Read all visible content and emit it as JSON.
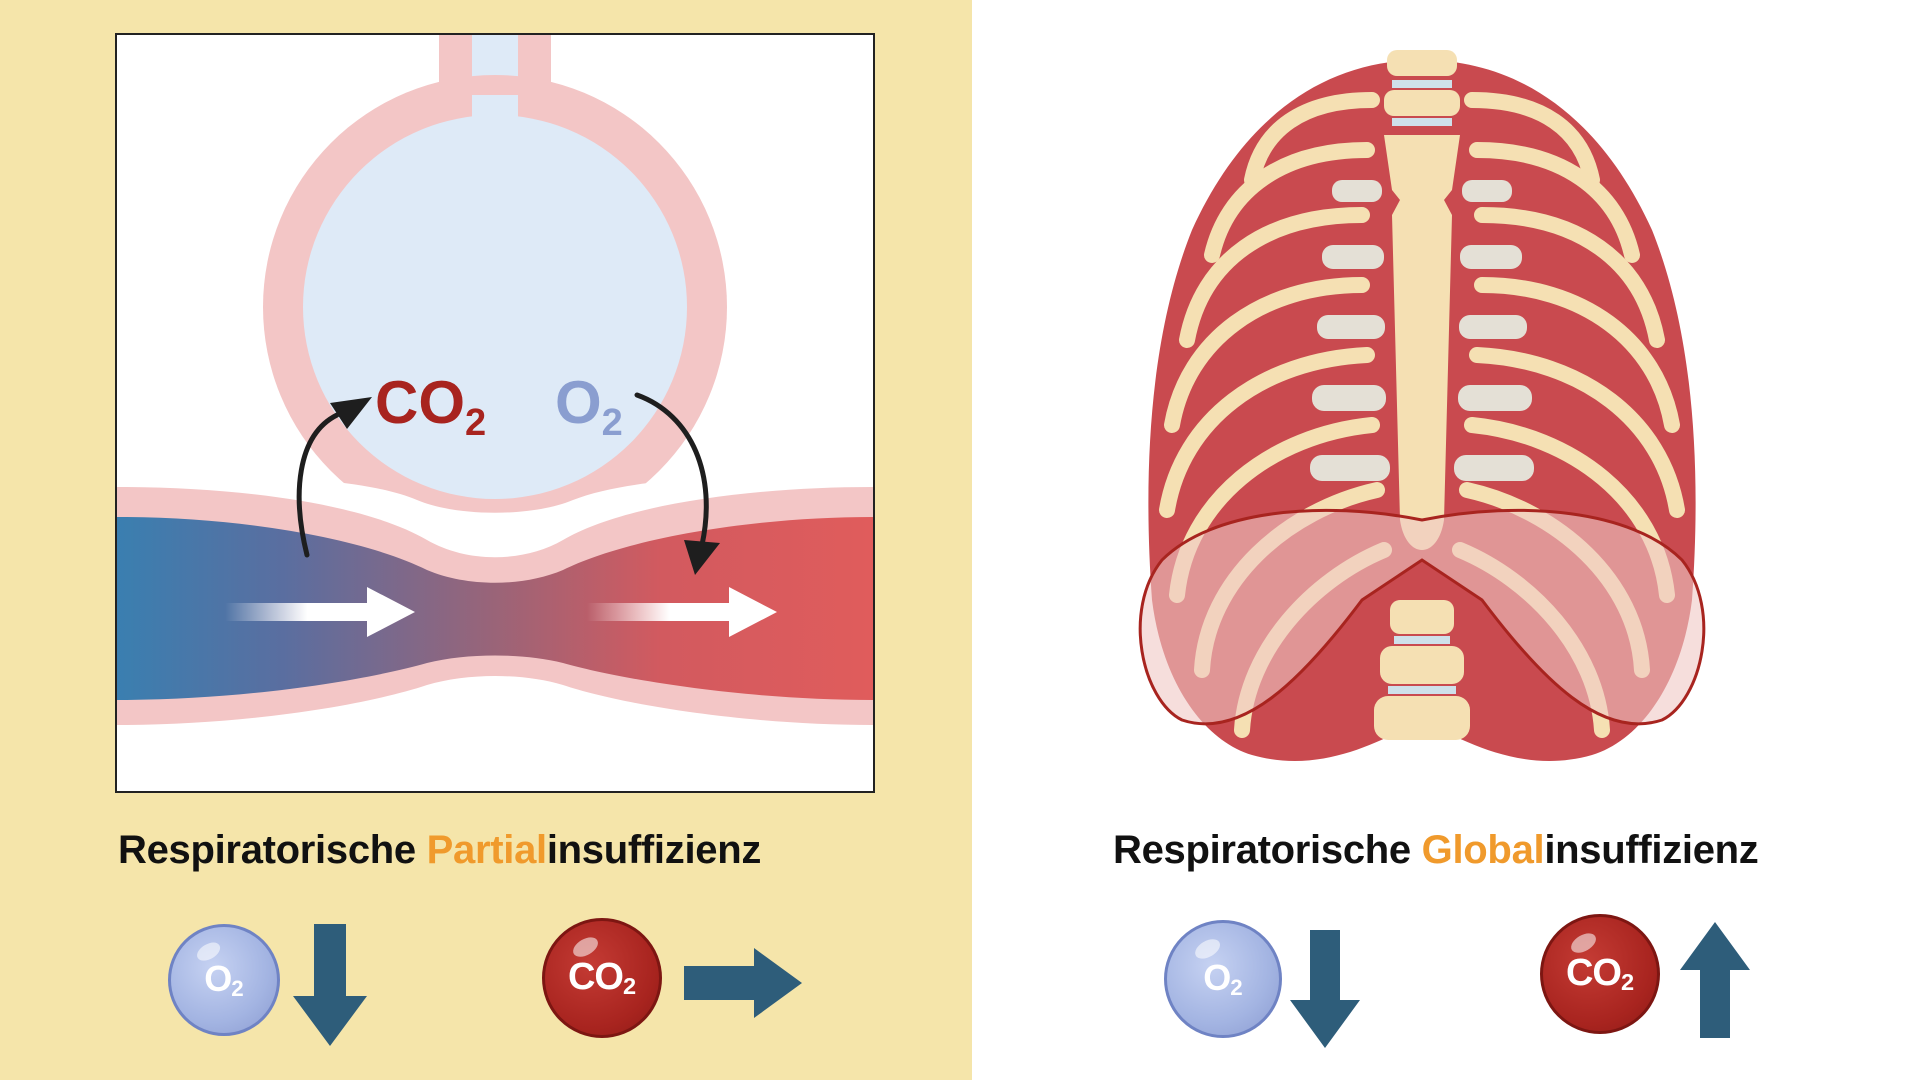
{
  "colors": {
    "left_bg": "#f5e5aa",
    "highlight": "#f09a2c",
    "co2_red": "#a8241f",
    "o2_blue": "#8a9ed0",
    "arrow_dark": "#2e5d7a",
    "venous_blue": "#3a7fb0",
    "arterial_red": "#de5a5a",
    "wall_pink": "#f3c6c6",
    "alveolus_fill": "#deeaf7",
    "muscle_red": "#c94a4f",
    "bone": "#f5e0b3"
  },
  "left": {
    "diagram": {
      "co2_label": "CO",
      "co2_sub": "2",
      "o2_label": "O",
      "o2_sub": "2"
    },
    "heading": {
      "prefix": "Respiratorische ",
      "highlight": "Partial",
      "suffix": "insuffizienz"
    },
    "indicators": [
      {
        "gas": "O",
        "sub": "2",
        "trend": "down"
      },
      {
        "gas": "CO",
        "sub": "2",
        "trend": "unchanged"
      }
    ]
  },
  "right": {
    "heading": {
      "prefix": "Respiratorische ",
      "highlight": "Global",
      "suffix": "insuffizienz"
    },
    "indicators": [
      {
        "gas": "O",
        "sub": "2",
        "trend": "down"
      },
      {
        "gas": "CO",
        "sub": "2",
        "trend": "up"
      }
    ]
  }
}
